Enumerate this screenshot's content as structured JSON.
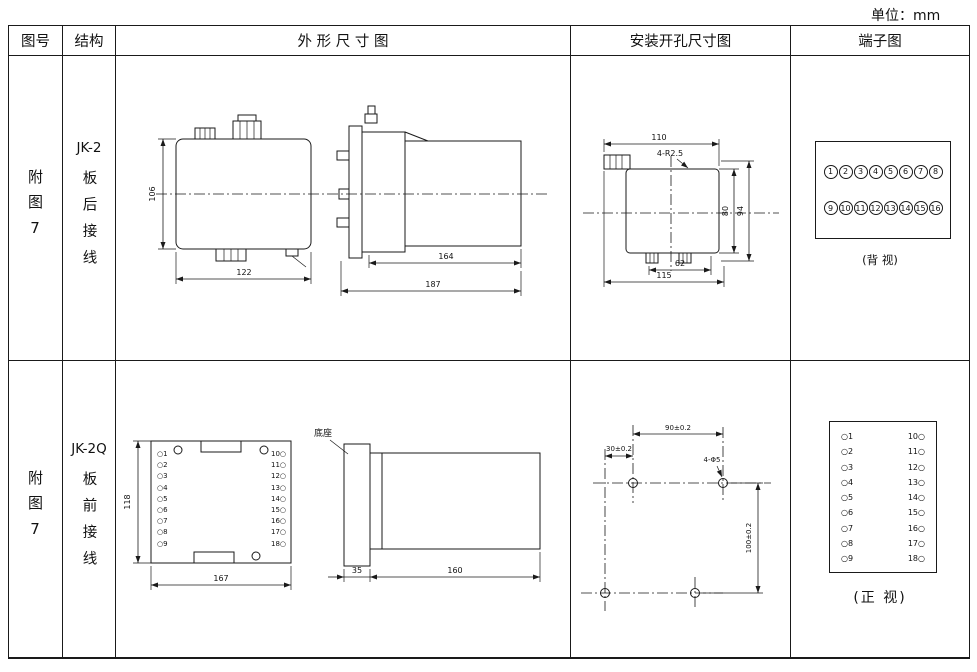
{
  "unit_label": "单位：mm",
  "header": {
    "figure": "图号",
    "structure": "结构",
    "outline": "外 形 尺 寸 图",
    "mounting": "安装开孔尺寸图",
    "terminal": "端子图"
  },
  "rows": [
    {
      "figure": "附图7",
      "model": "JK-2",
      "wiring": "板后接线",
      "outline": {
        "dim_height": "106",
        "dim_width": "122",
        "dim_depth_inner": "164",
        "dim_depth_total": "187"
      },
      "mounting": {
        "dim_top": "110",
        "holes": "4-R2.5",
        "dim_h_inner": "80",
        "dim_h_outer": "94",
        "dim_w_inner": "62",
        "dim_w_outer": "115"
      },
      "terminal": {
        "top_row": [
          "1",
          "2",
          "3",
          "4",
          "5",
          "6",
          "7",
          "8"
        ],
        "bottom_row": [
          "9",
          "10",
          "11",
          "12",
          "13",
          "14",
          "15",
          "16"
        ],
        "view_label": "(背 视)"
      }
    },
    {
      "figure": "附图7",
      "model": "JK-2Q",
      "wiring": "板前接线",
      "outline": {
        "dim_height": "118",
        "dim_width": "167",
        "base_label": "底座",
        "dim_base": "35",
        "dim_depth": "160",
        "left_terminals": [
          "○1",
          "○2",
          "○3",
          "○4",
          "○5",
          "○6",
          "○7",
          "○8",
          "○9"
        ],
        "right_terminals": [
          "10○",
          "11○",
          "12○",
          "13○",
          "14○",
          "15○",
          "16○",
          "17○",
          "18○"
        ]
      },
      "mounting": {
        "dim_w": "90±0.2",
        "dim_offset": "30±0.2",
        "holes": "4-Φ5",
        "dim_h": "100±0.2"
      },
      "terminal": {
        "left_col": [
          "○1",
          "○2",
          "○3",
          "○4",
          "○5",
          "○6",
          "○7",
          "○8",
          "○9"
        ],
        "right_col": [
          "10○",
          "11○",
          "12○",
          "13○",
          "14○",
          "15○",
          "16○",
          "17○",
          "18○"
        ],
        "view_label": "(正 视)"
      }
    }
  ]
}
